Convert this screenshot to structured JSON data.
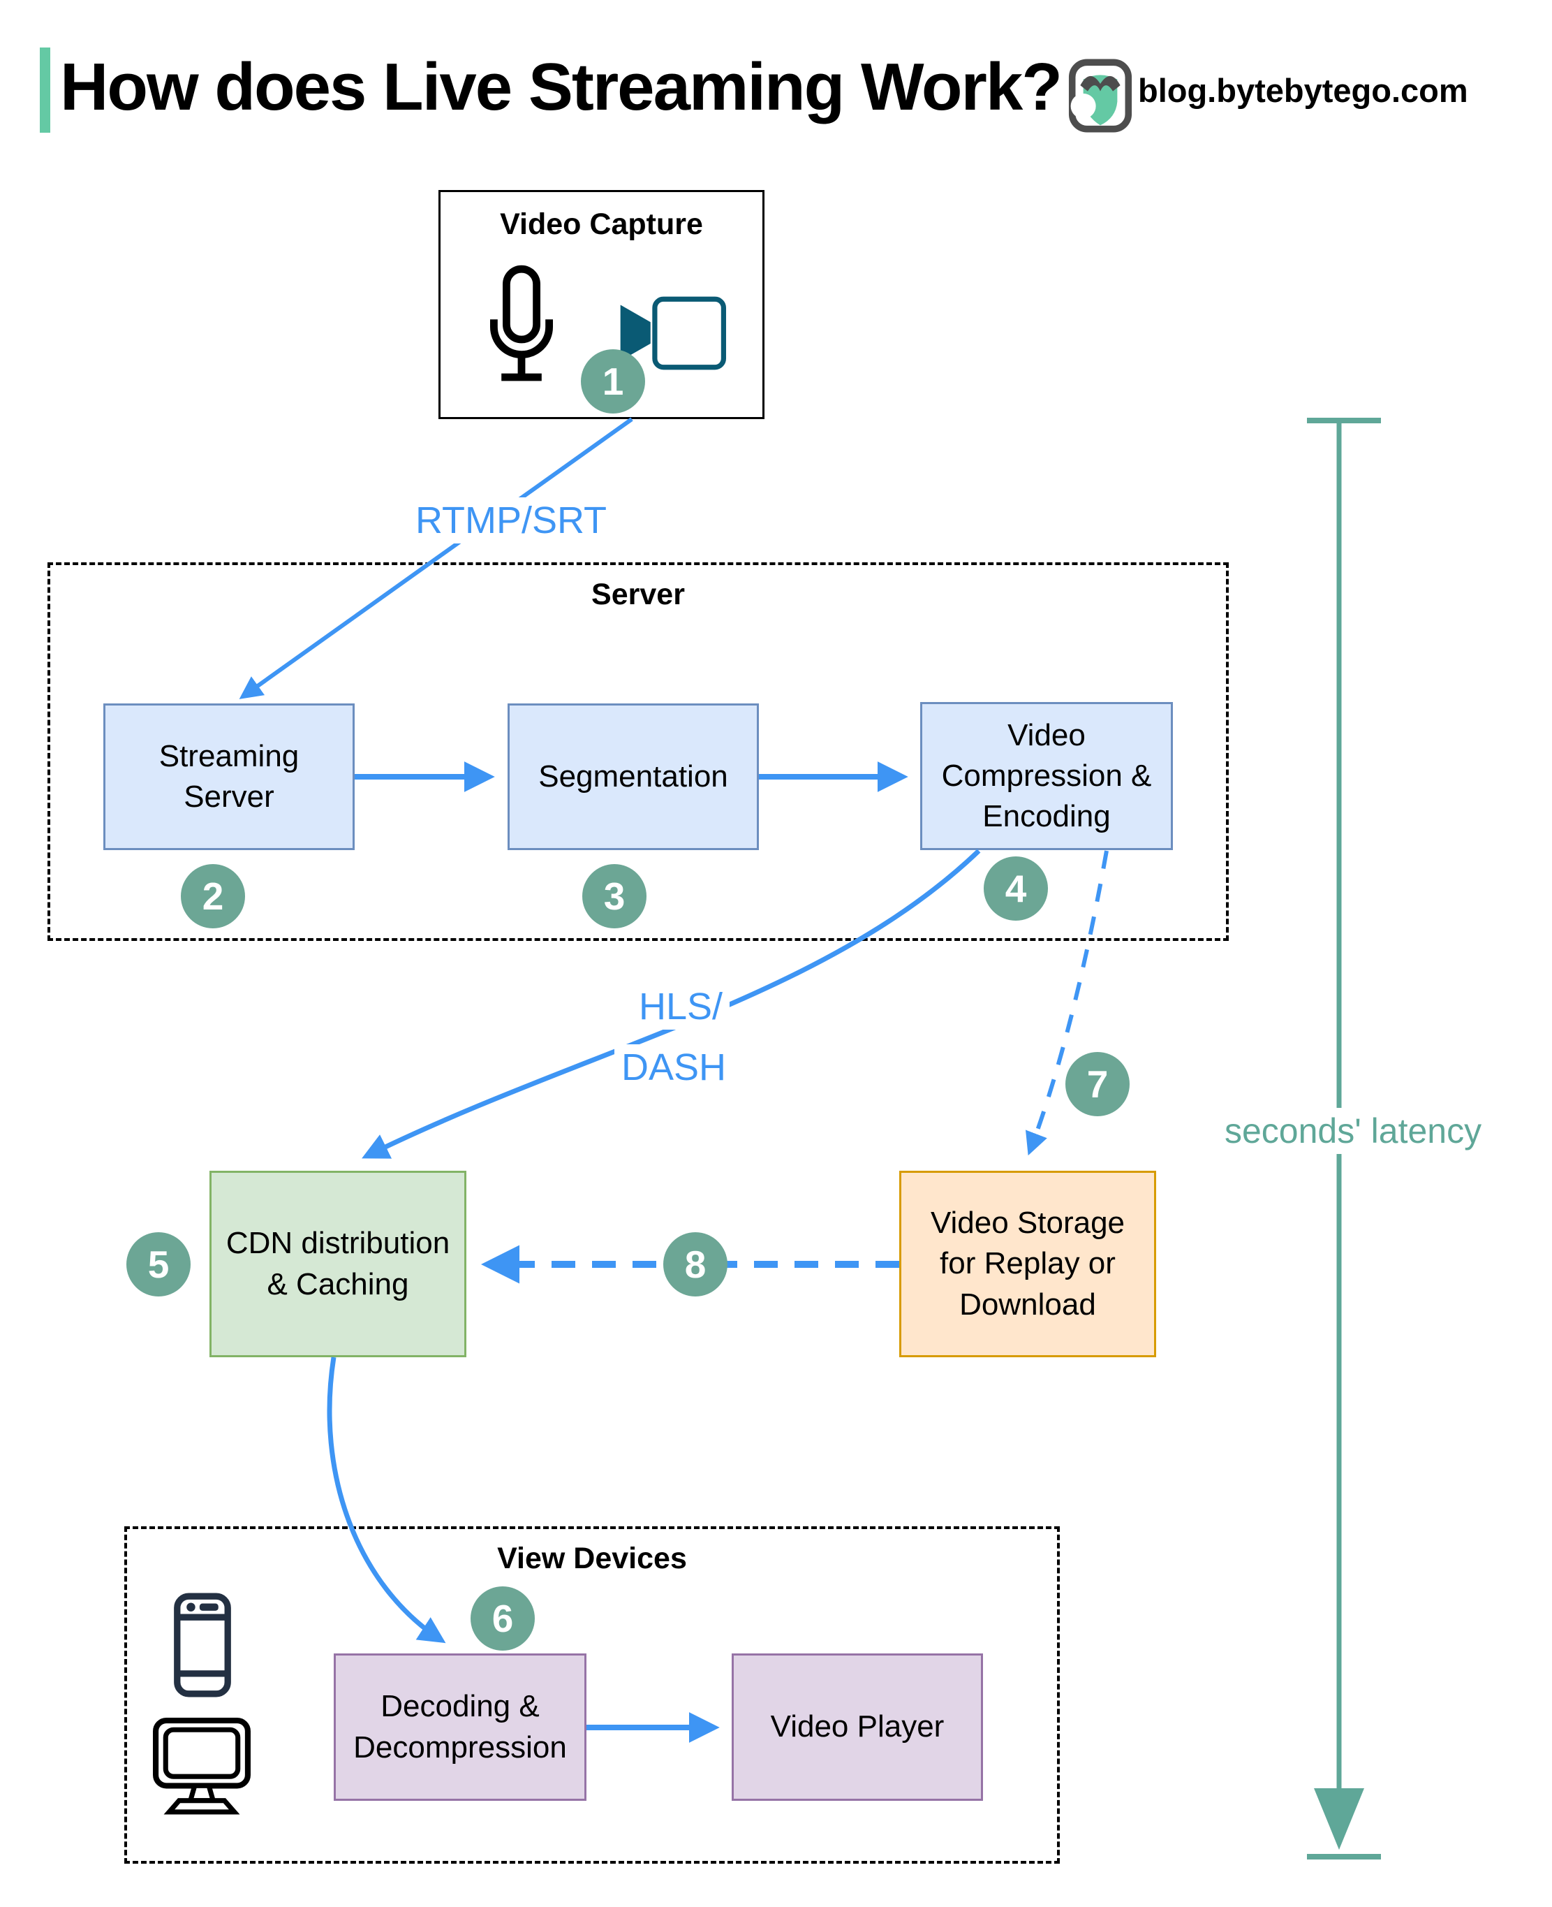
{
  "header": {
    "title": "How does Live Streaming Work?",
    "site": "blog.bytebytego.com"
  },
  "groups": {
    "server": {
      "label": "Server"
    },
    "view_devices": {
      "label": "View Devices"
    }
  },
  "nodes": {
    "video_capture": {
      "label": "Video Capture"
    },
    "streaming_server": {
      "label": "Streaming Server"
    },
    "segmentation": {
      "label": "Segmentation"
    },
    "video_compression": {
      "label": "Video Compression & Encoding"
    },
    "cdn": {
      "label": "CDN distribution & Caching"
    },
    "video_storage": {
      "label": "Video Storage for Replay or Download"
    },
    "decoding": {
      "label": "Decoding & Decompression"
    },
    "video_player": {
      "label": "Video Player"
    }
  },
  "edges": {
    "rtmp": {
      "label": "RTMP/SRT"
    },
    "hls": {
      "label_line1": "HLS/",
      "label_line2": "DASH"
    }
  },
  "annotations": {
    "latency": {
      "label": "seconds' latency"
    }
  },
  "steps": [
    "1",
    "2",
    "3",
    "4",
    "5",
    "6",
    "7",
    "8"
  ],
  "colors": {
    "accent_mint": "#64C9A4",
    "flow_blue": "#3E95F4",
    "step_circle": "#6CA695",
    "latency_teal": "#5FA798",
    "blue_node_fill": "#DAE8FC",
    "blue_node_border": "#6C8EBF",
    "green_node_fill": "#D5E8D4",
    "green_node_border": "#82B366",
    "orange_node_fill": "#FFE6CC",
    "orange_node_border": "#D79B00",
    "purple_node_fill": "#E1D5E7",
    "purple_node_border": "#9673A6",
    "camera_icon": "#0A5A74",
    "phone_icon": "#233042"
  }
}
